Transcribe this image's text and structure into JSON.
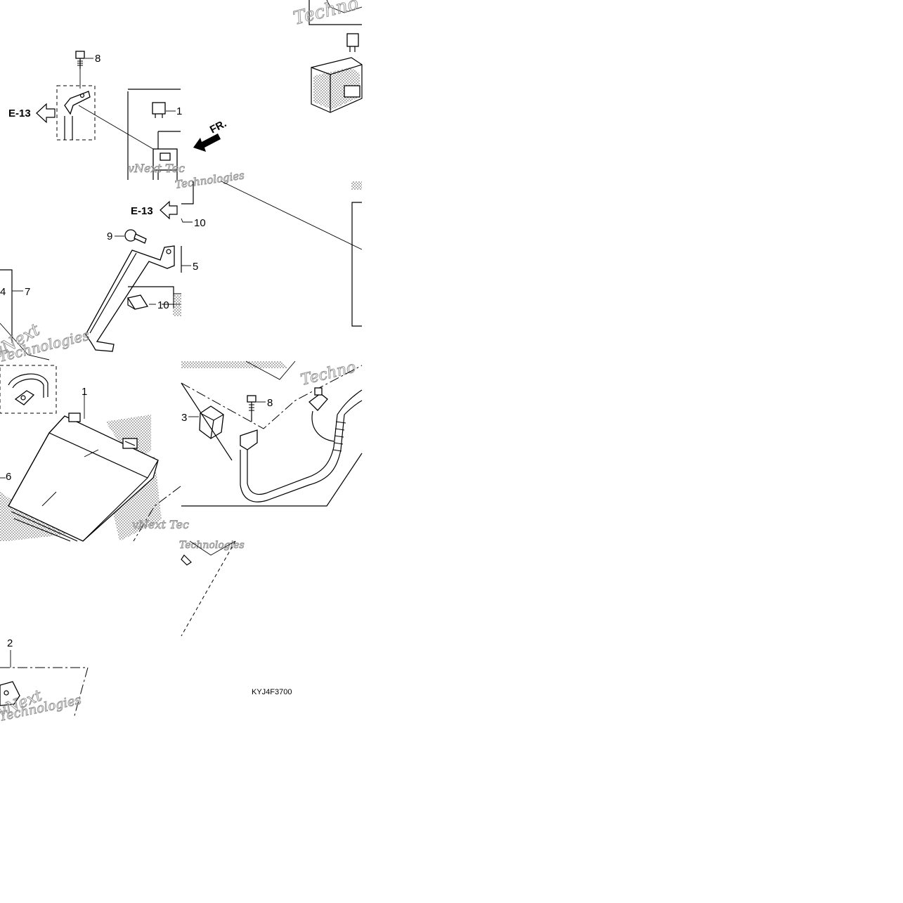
{
  "diagram": {
    "code": "KYJ4F3700",
    "direction_label": "FR.",
    "references": [
      {
        "id": "ref-top",
        "text": "E-13"
      },
      {
        "id": "ref-mid",
        "text": "E-13"
      }
    ],
    "callouts": [
      {
        "id": "c8a",
        "text": "8"
      },
      {
        "id": "c1a",
        "text": "1"
      },
      {
        "id": "c10a",
        "text": "10"
      },
      {
        "id": "c9",
        "text": "9"
      },
      {
        "id": "c5",
        "text": "5"
      },
      {
        "id": "c10b",
        "text": "10"
      },
      {
        "id": "c4",
        "text": "4"
      },
      {
        "id": "c7",
        "text": "7"
      },
      {
        "id": "c1b",
        "text": "1"
      },
      {
        "id": "c6",
        "text": "6"
      },
      {
        "id": "c3",
        "text": "3"
      },
      {
        "id": "c8b",
        "text": "8"
      },
      {
        "id": "c2",
        "text": "2"
      }
    ],
    "watermarks": {
      "technologies": "Technologies",
      "technologies_short": "Techno",
      "vnext": "vNext",
      "vnext_tech": "vNext Tec"
    }
  },
  "colors": {
    "ink": "#000000",
    "watermark": "#9a9a9a",
    "background": "#ffffff"
  }
}
